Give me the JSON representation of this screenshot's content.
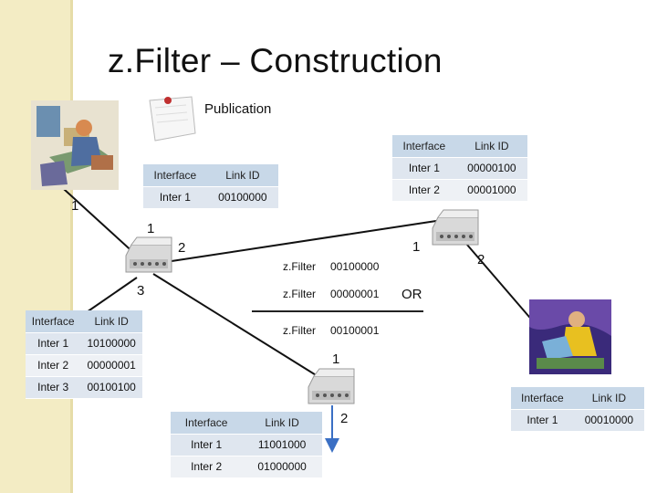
{
  "title": "z.Filter – Construction",
  "publication_label": "Publication",
  "tables": {
    "top_right": {
      "headers": [
        "Interface",
        "Link ID"
      ],
      "rows": [
        [
          "Inter 1",
          "00000100"
        ],
        [
          "Inter 2",
          "00001000"
        ]
      ]
    },
    "mid_top": {
      "headers": [
        "Interface",
        "Link ID"
      ],
      "rows": [
        [
          "Inter 1",
          "00100000"
        ]
      ]
    },
    "left": {
      "headers": [
        "Interface",
        "Link ID"
      ],
      "rows": [
        [
          "Inter 1",
          "10100000"
        ],
        [
          "Inter 2",
          "00000001"
        ],
        [
          "Inter 3",
          "00100100"
        ]
      ]
    },
    "bottom": {
      "headers": [
        "Interface",
        "Link ID"
      ],
      "rows": [
        [
          "Inter 1",
          "11001000"
        ],
        [
          "Inter 2",
          "01000000"
        ]
      ]
    },
    "right_bottom": {
      "headers": [
        "Interface",
        "Link ID"
      ],
      "rows": [
        [
          "Inter 1",
          "00010000"
        ]
      ]
    }
  },
  "zfilters": [
    {
      "label": "z.Filter",
      "value": "00100000"
    },
    {
      "label": "z.Filter",
      "value": "00000001"
    },
    {
      "label": "z.Filter",
      "value": "00100001"
    }
  ],
  "or_label": "OR",
  "interface_numbers": {
    "publisher_left": "1",
    "left_router_top": "1",
    "left_router_right": "2",
    "left_router_bottom": "3",
    "right_router_left": "1",
    "right_router_right": "2",
    "bottom_router_top": "1",
    "bottom_router_bottom": "2"
  },
  "colors": {
    "header_bg": "#c8d8e8",
    "row_odd": "#dfe6ef",
    "row_even": "#eef1f5",
    "arrow": "#3a6fc4"
  },
  "icons": [
    "publisher-clipart",
    "note-icon",
    "router-icon",
    "subscriber-clipart"
  ]
}
